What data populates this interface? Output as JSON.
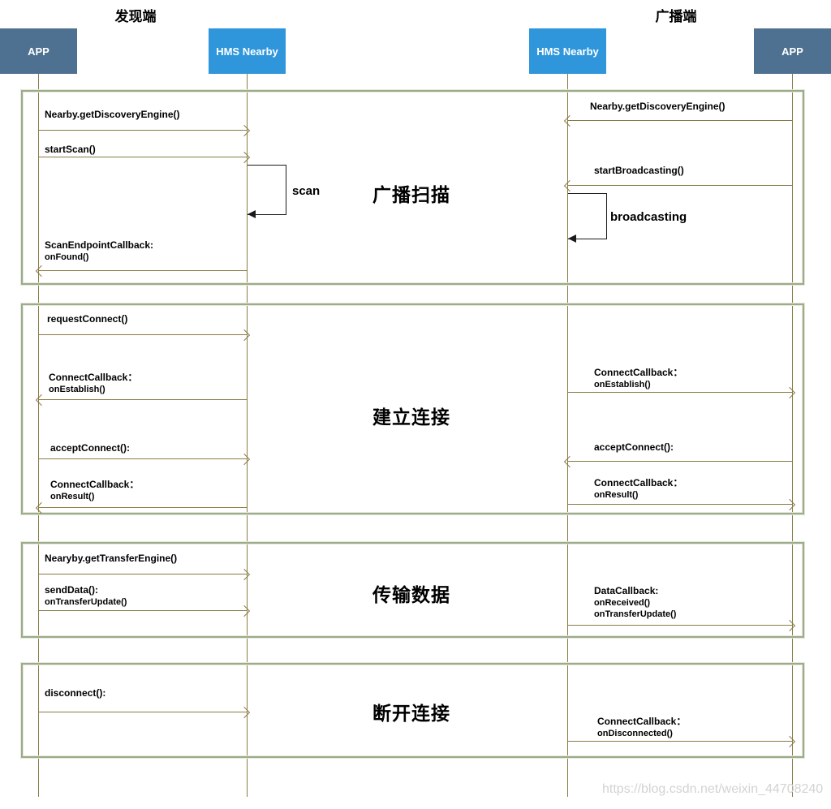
{
  "header": {
    "discovery": "发现端",
    "broadcast": "广播端"
  },
  "actors": {
    "app_left": "APP",
    "hms_left": "HMS Nearby",
    "hms_right": "HMS Nearby",
    "app_right": "APP"
  },
  "colors": {
    "app_box": "#4e7191",
    "hms_box": "#2f96db",
    "arrow_line": "#8a7b44",
    "frame_border": "#9cab89",
    "loop_line": "#1a1a1a",
    "watermark_text": "#d3d3d3"
  },
  "sections": [
    {
      "title": "广播扫描",
      "left": [
        {
          "lines": [
            "Nearby.getDiscoveryEngine()"
          ],
          "dir": "right"
        },
        {
          "lines": [
            "startScan()"
          ],
          "dir": "right"
        },
        {
          "lines": [
            "ScanEndpointCallback:",
            "onFound()"
          ],
          "dir": "left"
        }
      ],
      "right": [
        {
          "lines": [
            "Nearby.getDiscoveryEngine()"
          ],
          "dir": "left"
        },
        {
          "lines": [
            "startBroadcasting()"
          ],
          "dir": "left"
        }
      ],
      "loops": [
        {
          "label": "scan"
        },
        {
          "label": "broadcasting"
        }
      ]
    },
    {
      "title": "建立连接",
      "left": [
        {
          "lines": [
            "requestConnect()"
          ],
          "dir": "right"
        },
        {
          "lines": [
            "ConnectCallback：",
            "onEstablish()"
          ],
          "dir": "left"
        },
        {
          "lines": [
            "acceptConnect():"
          ],
          "dir": "right"
        },
        {
          "lines": [
            "ConnectCallback：",
            "onResult()"
          ],
          "dir": "left"
        }
      ],
      "right": [
        {
          "lines": [
            "ConnectCallback：",
            "onEstablish()"
          ],
          "dir": "right"
        },
        {
          "lines": [
            "acceptConnect():"
          ],
          "dir": "left"
        },
        {
          "lines": [
            "ConnectCallback：",
            "onResult()"
          ],
          "dir": "right"
        }
      ]
    },
    {
      "title": "传输数据",
      "left": [
        {
          "lines": [
            "Nearyby.getTransferEngine()"
          ],
          "dir": "right"
        },
        {
          "lines": [
            "sendData():",
            "onTransferUpdate()"
          ],
          "dir": "right"
        }
      ],
      "right": [
        {
          "lines": [
            "DataCallback:",
            "onReceived()",
            "onTransferUpdate()"
          ],
          "dir": "right"
        }
      ]
    },
    {
      "title": "断开连接",
      "left": [
        {
          "lines": [
            "disconnect():"
          ],
          "dir": "right"
        }
      ],
      "right": [
        {
          "lines": [
            "ConnectCallback：",
            "onDisconnected()"
          ],
          "dir": "right"
        }
      ]
    }
  ],
  "watermark": "https://blog.csdn.net/weixin_44708240"
}
